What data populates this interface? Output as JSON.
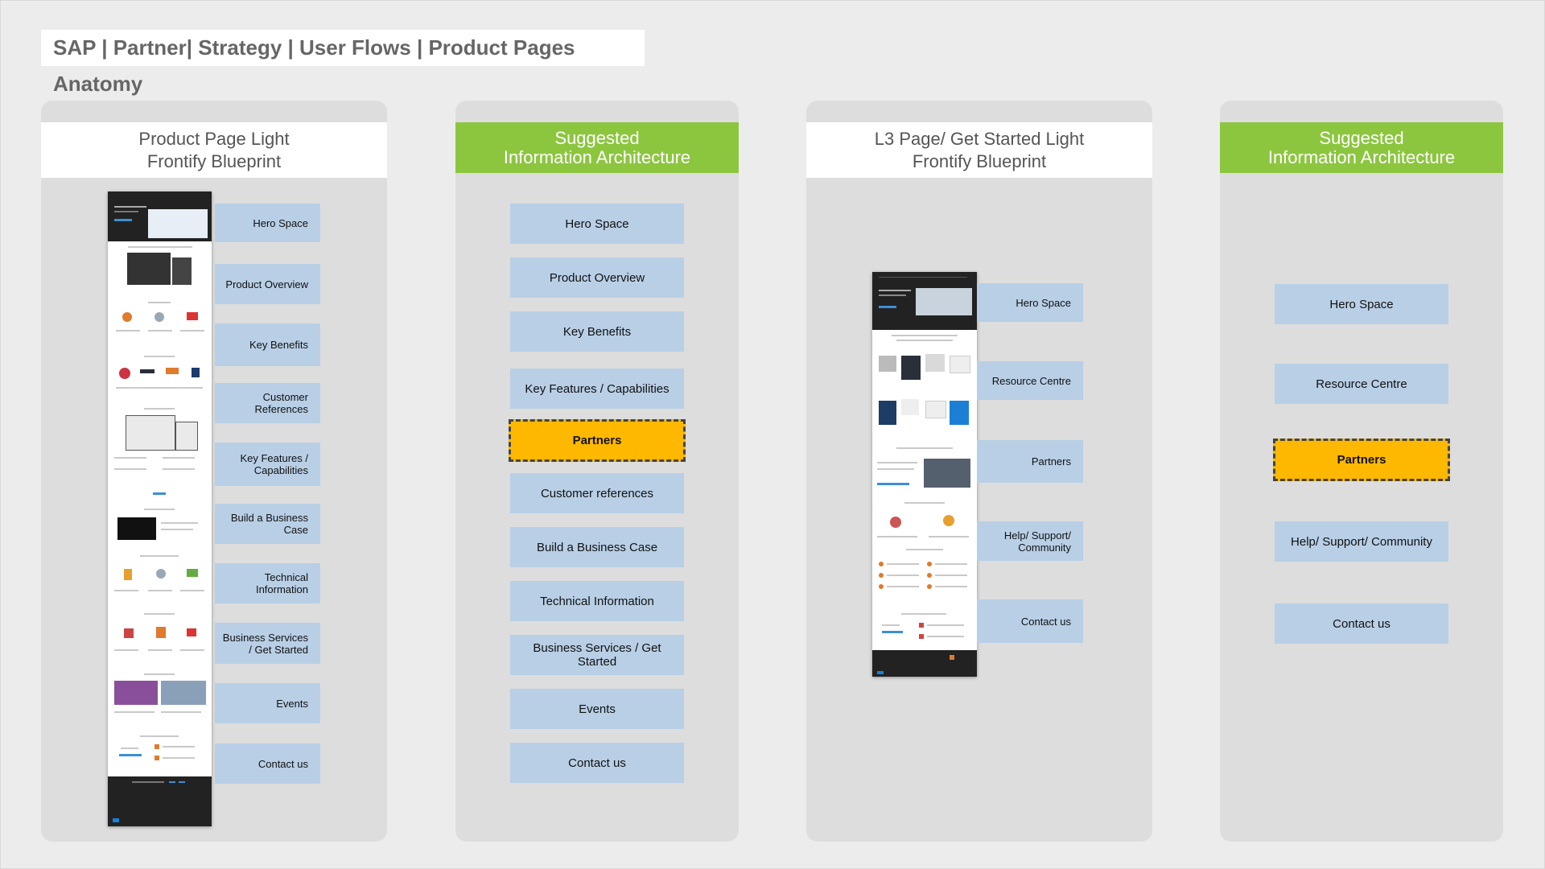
{
  "title": "SAP | Partner| Strategy | User Flows | Product Pages Anatomy",
  "columns": [
    {
      "header_line1": "Product Page Light",
      "header_line2": "Frontify Blueprint",
      "items": [
        "Hero Space",
        "Product Overview",
        "Key Benefits",
        "Customer References",
        "Key Features / Capabilities",
        "Build a Business Case",
        "Technical Information",
        "Business Services / Get Started",
        "Events",
        "Contact us"
      ]
    },
    {
      "header_line1": "Suggested",
      "header_line2": "Information Architecture",
      "items": [
        "Hero Space",
        "Product Overview",
        "Key Benefits",
        "Key Features / Capabilities",
        "Partners",
        "Customer references",
        "Build a Business Case",
        "Technical Information",
        "Business Services / Get Started",
        "Events",
        "Contact us"
      ]
    },
    {
      "header_line1": "L3 Page/ Get Started Light",
      "header_line2": "Frontify Blueprint",
      "items": [
        "Hero Space",
        "Resource Centre",
        "Partners",
        "Help/ Support/ Community",
        "Contact us"
      ]
    },
    {
      "header_line1": "Suggested",
      "header_line2": "Information Architecture",
      "items": [
        "Hero Space",
        "Resource Centre",
        "Partners",
        "Help/ Support/ Community",
        "Contact us"
      ]
    }
  ],
  "highlight_item": "Partners",
  "colors": {
    "background": "#ececec",
    "column": "#dddddd",
    "green_header": "#8cc63f",
    "section_box": "#b8cfe6",
    "highlight": "#ffb800"
  }
}
